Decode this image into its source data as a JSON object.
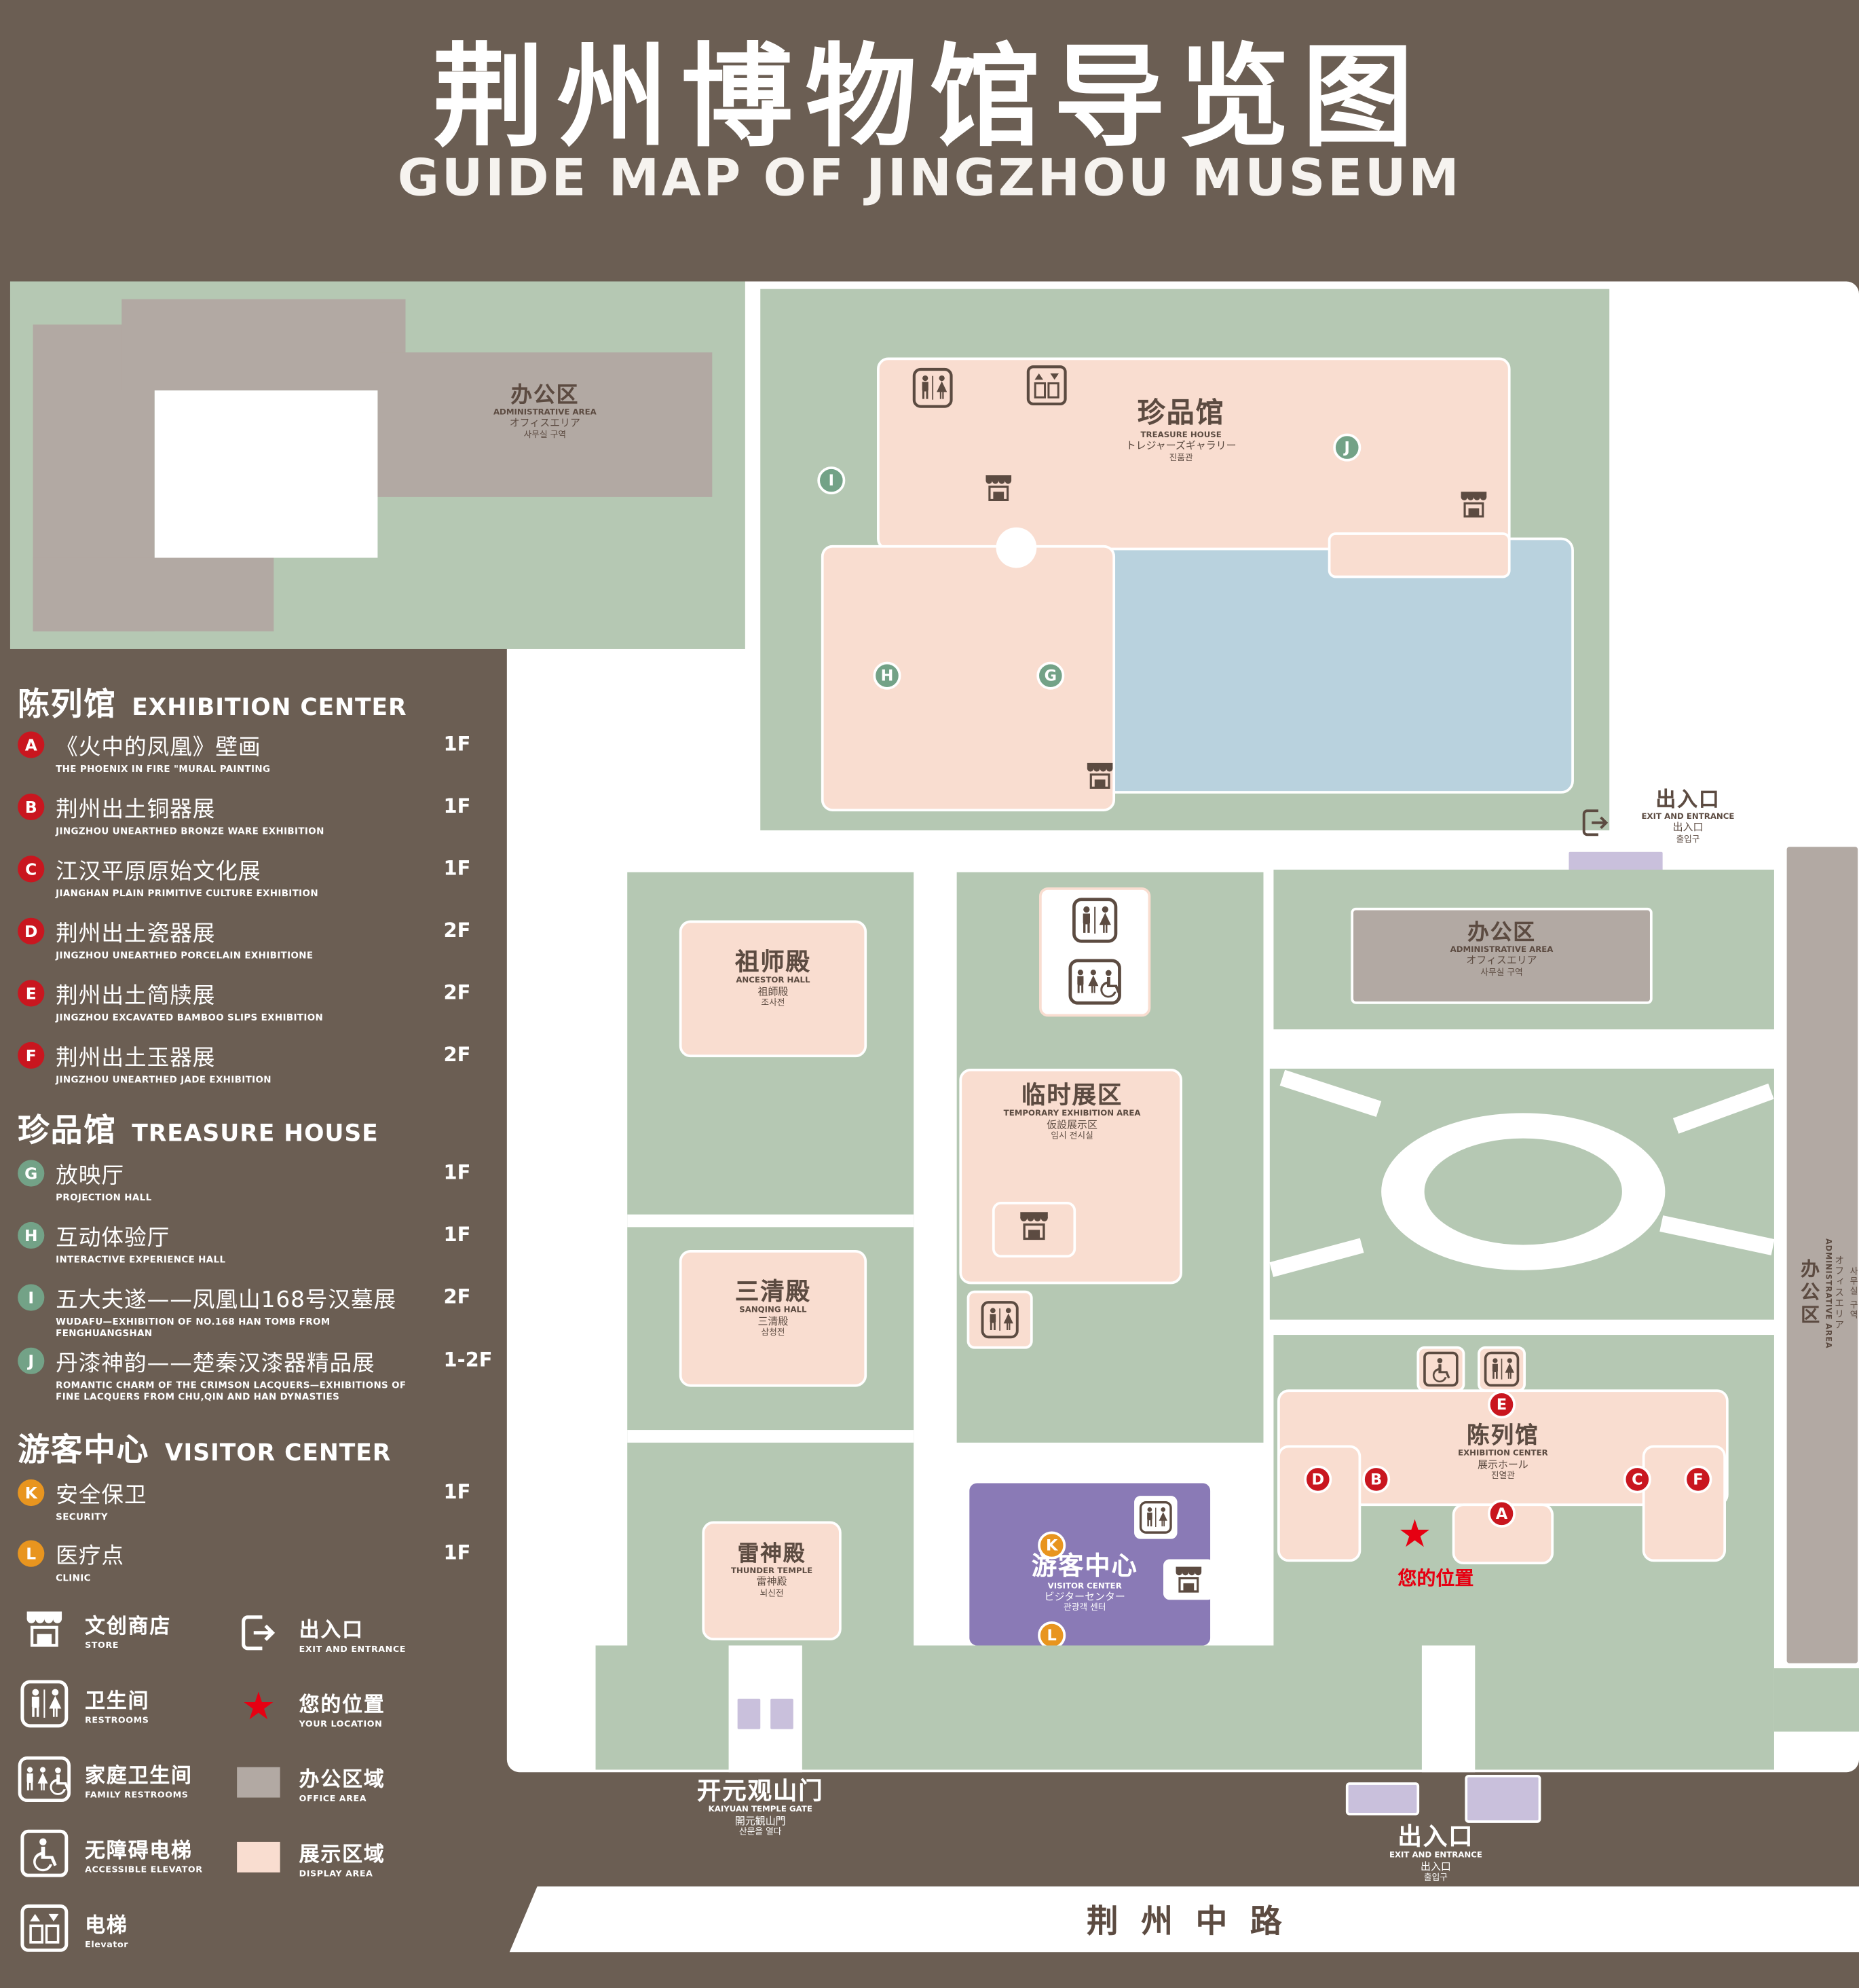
{
  "title": {
    "zh": "荆州博物馆导览图",
    "en": "GUIDE MAP OF JINGZHOU MUSEUM"
  },
  "icons": {
    "star": "★"
  },
  "palette": {
    "background": "#6b5e53",
    "green_area": "#b5c8b3",
    "display_area_pink": "#f9ddd0",
    "office_area_gray": "#b2a9a3",
    "visitor_center_purple": "#8a7ab6",
    "entrance_lavender": "#c9c0dc",
    "water_blue": "#b9d2de",
    "marker_red": "#c9161f",
    "marker_green": "#73a287",
    "marker_orange": "#e8951f",
    "location_red": "#e60012",
    "map_text_brown": "#5c4b41"
  },
  "legend": {
    "sections": [
      {
        "zh": "陈列馆",
        "en": "EXHIBITION CENTER",
        "items": [
          {
            "id": "A",
            "zh": "《火中的凤凰》壁画",
            "en": "THE PHOENIX IN FIRE \"MURAL PAINTING",
            "floor": "1F"
          },
          {
            "id": "B",
            "zh": "荆州出土铜器展",
            "en": "JINGZHOU UNEARTHED BRONZE WARE EXHIBITION",
            "floor": "1F"
          },
          {
            "id": "C",
            "zh": "江汉平原原始文化展",
            "en": "JIANGHAN PLAIN PRIMITIVE CULTURE EXHIBITION",
            "floor": "1F"
          },
          {
            "id": "D",
            "zh": "荆州出土瓷器展",
            "en": "JINGZHOU UNEARTHED PORCELAIN EXHIBITIONE",
            "floor": "2F"
          },
          {
            "id": "E",
            "zh": "荆州出土简牍展",
            "en": "JINGZHOU EXCAVATED BAMBOO SLIPS EXHIBITION",
            "floor": "2F"
          },
          {
            "id": "F",
            "zh": "荆州出土玉器展",
            "en": "JINGZHOU UNEARTHED JADE EXHIBITION",
            "floor": "2F"
          }
        ]
      },
      {
        "zh": "珍品馆",
        "en": "TREASURE HOUSE",
        "items": [
          {
            "id": "G",
            "zh": "放映厅",
            "en": "PROJECTION HALL",
            "floor": "1F"
          },
          {
            "id": "H",
            "zh": "互动体验厅",
            "en": "INTERACTIVE EXPERIENCE HALL",
            "floor": "1F"
          },
          {
            "id": "I",
            "zh": "五大夫遂——凤凰山168号汉墓展",
            "en": "WUDAFU—EXHIBITION OF NO.168 HAN TOMB FROM FENGHUANGSHAN",
            "floor": "2F"
          },
          {
            "id": "J",
            "zh": "丹漆神韵——楚秦汉漆器精品展",
            "en": "ROMANTIC CHARM OF THE CRIMSON LACQUERS—EXHIBITIONS OF FINE LACQUERS FROM CHU,QIN AND HAN DYNASTIES",
            "floor": "1-2F"
          }
        ]
      },
      {
        "zh": "游客中心",
        "en": "VISITOR CENTER",
        "items": [
          {
            "id": "K",
            "zh": "安全保卫",
            "en": "SECURITY",
            "floor": "1F"
          },
          {
            "id": "L",
            "zh": "医疗点",
            "en": "CLINIC",
            "floor": "1F"
          }
        ]
      }
    ],
    "symbols": [
      {
        "zh": "文创商店",
        "en": "STORE"
      },
      {
        "zh": "出入口",
        "en": "EXIT AND ENTRANCE"
      },
      {
        "zh": "卫生间",
        "en": "RESTROOMS"
      },
      {
        "zh": "您的位置",
        "en": "YOUR LOCATION"
      },
      {
        "zh": "家庭卫生间",
        "en": "FAMILY RESTROOMS"
      },
      {
        "zh": "办公区域",
        "en": "OFFICE AREA"
      },
      {
        "zh": "无障碍电梯",
        "en": "ACCESSIBLE ELEVATOR"
      },
      {
        "zh": "展示区域",
        "en": "DISPLAY AREA"
      },
      {
        "zh": "电梯",
        "en": "Elevator"
      }
    ]
  },
  "map": {
    "buildings": {
      "admin": {
        "zh": "办公区",
        "en": "ADMINISTRATIVE AREA",
        "ja": "オフィスエリア",
        "ko": "사무실 구역"
      },
      "treasure_house": {
        "zh": "珍品馆",
        "en": "TREASURE HOUSE",
        "ja": "トレジャーズギャラリー",
        "ko": "진품관"
      },
      "ancestor_hall": {
        "zh": "祖师殿",
        "en": "ANCESTOR HALL",
        "ja": "祖師殿",
        "ko": "조사전"
      },
      "temporary_exhibition": {
        "zh": "临时展区",
        "en": "TEMPORARY EXHIBITION AREA",
        "ja": "仮設展示区",
        "ko": "임시 전시실"
      },
      "sanqing_hall": {
        "zh": "三清殿",
        "en": "SANQING HALL",
        "ja": "三清殿",
        "ko": "삼청전"
      },
      "thunder_temple": {
        "zh": "雷神殿",
        "en": "THUNDER TEMPLE",
        "ja": "雷神殿",
        "ko": "뇌신전"
      },
      "visitor_center": {
        "zh": "游客中心",
        "en": "VISITOR CENTER",
        "ja": "ビジターセンター",
        "ko": "관광객 센터"
      },
      "exhibition_center": {
        "zh": "陈列馆",
        "en": "EXHIBITION CENTER",
        "ja": "展示ホール",
        "ko": "진열관"
      },
      "gate": {
        "zh": "开元观山门",
        "en": "KAIYUAN TEMPLE GATE",
        "ja": "開元観山門",
        "ko": "산문을 열다"
      },
      "exit": {
        "zh": "出入口",
        "en": "EXIT AND ENTRANCE",
        "ja": "出入口",
        "ko": "출입구"
      }
    },
    "road": "荆州中路",
    "your_location": "您的位置",
    "markers": {
      "A": "A",
      "B": "B",
      "C": "C",
      "D": "D",
      "E": "E",
      "F": "F",
      "G": "G",
      "H": "H",
      "I": "I",
      "J": "J",
      "K": "K",
      "L": "L"
    }
  }
}
